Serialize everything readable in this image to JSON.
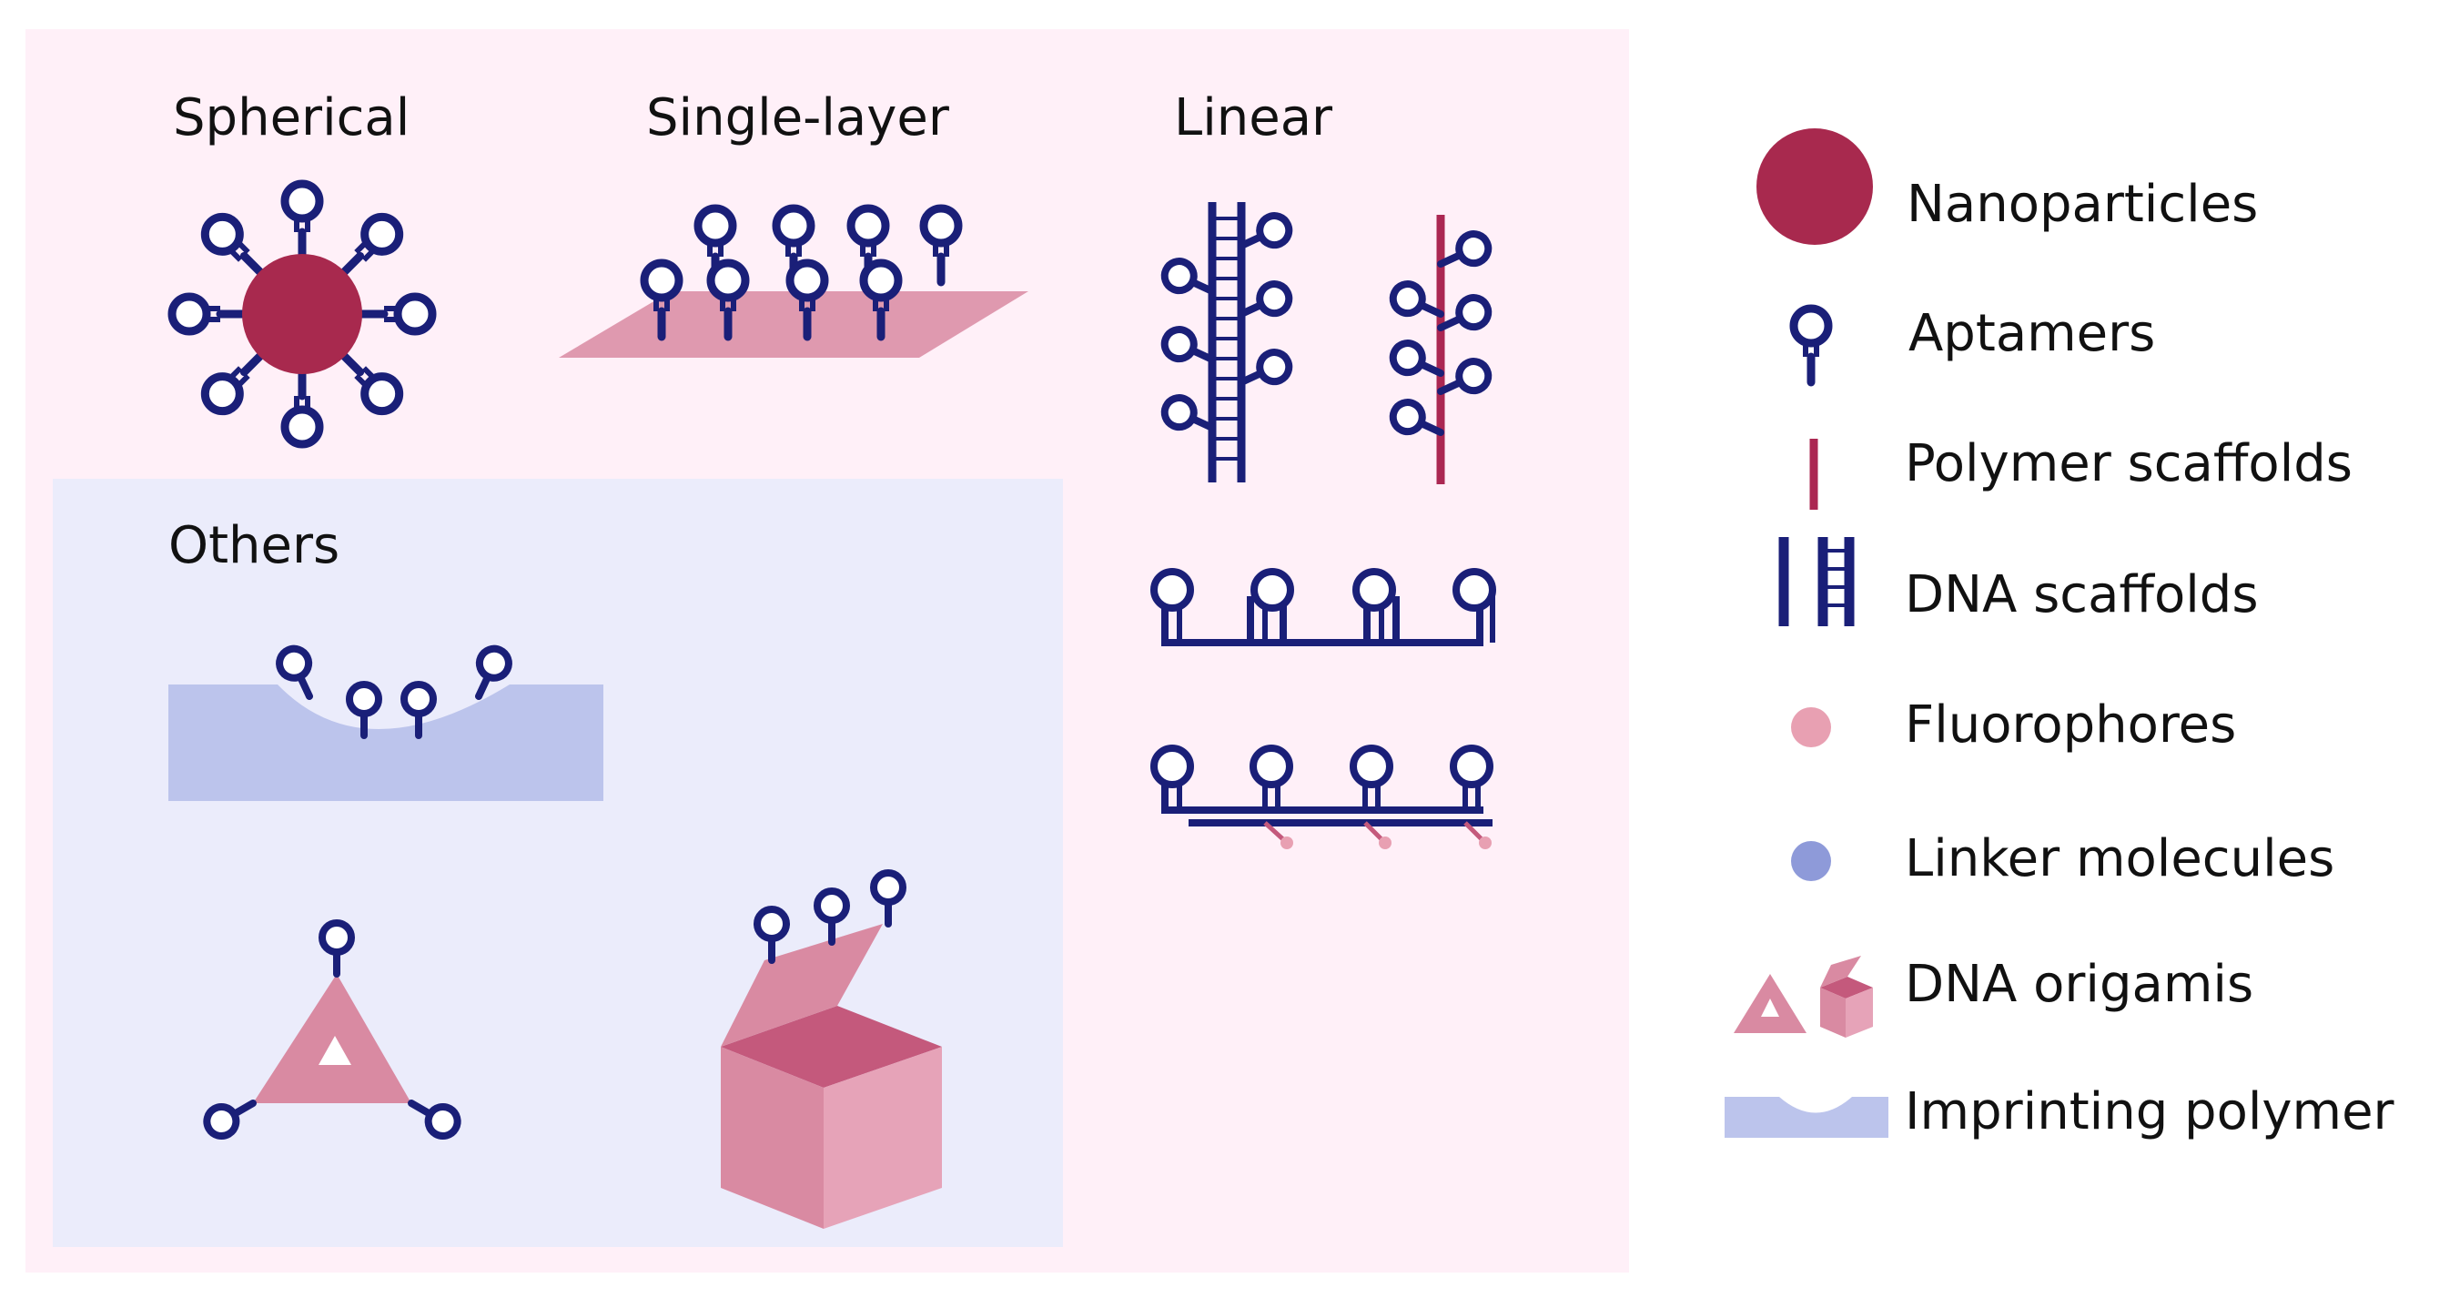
{
  "colors": {
    "panel_pink": "#fff0f8",
    "panel_blue": "#ebecfb",
    "nanoparticle": "#a8294e",
    "aptamer": "#1a1f78",
    "polymer_scaffold": "#ab2752",
    "dna_scaffold": "#1a1f78",
    "fluorophore": "#e8a0b2",
    "linker": "#8e9ad9",
    "origami": "#d98aa2",
    "origami_dark": "#c4597c",
    "imprint": "#bcc4ec"
  },
  "sections": {
    "spherical": "Spherical",
    "single_layer": "Single-layer",
    "linear": "Linear",
    "others": "Others"
  },
  "legend": {
    "nanoparticles": {
      "label": "Nanoparticles",
      "icon": "nanoparticle-icon"
    },
    "aptamers": {
      "label": "Aptamers",
      "icon": "aptamer-icon"
    },
    "polymer_scaffolds": {
      "label": "Polymer scaffolds",
      "icon": "polymer-scaffold-icon"
    },
    "dna_scaffolds": {
      "label": "DNA scaffolds",
      "icon": "dna-scaffold-icon"
    },
    "fluorophores": {
      "label": "Fluorophores",
      "icon": "fluorophore-icon"
    },
    "linker_molecules": {
      "label": "Linker molecules",
      "icon": "linker-icon"
    },
    "dna_origamis": {
      "label": "DNA origamis",
      "icon": "dna-origami-icon"
    },
    "imprinting_polymer": {
      "label": "Imprinting polymer",
      "icon": "imprinting-polymer-icon"
    }
  }
}
